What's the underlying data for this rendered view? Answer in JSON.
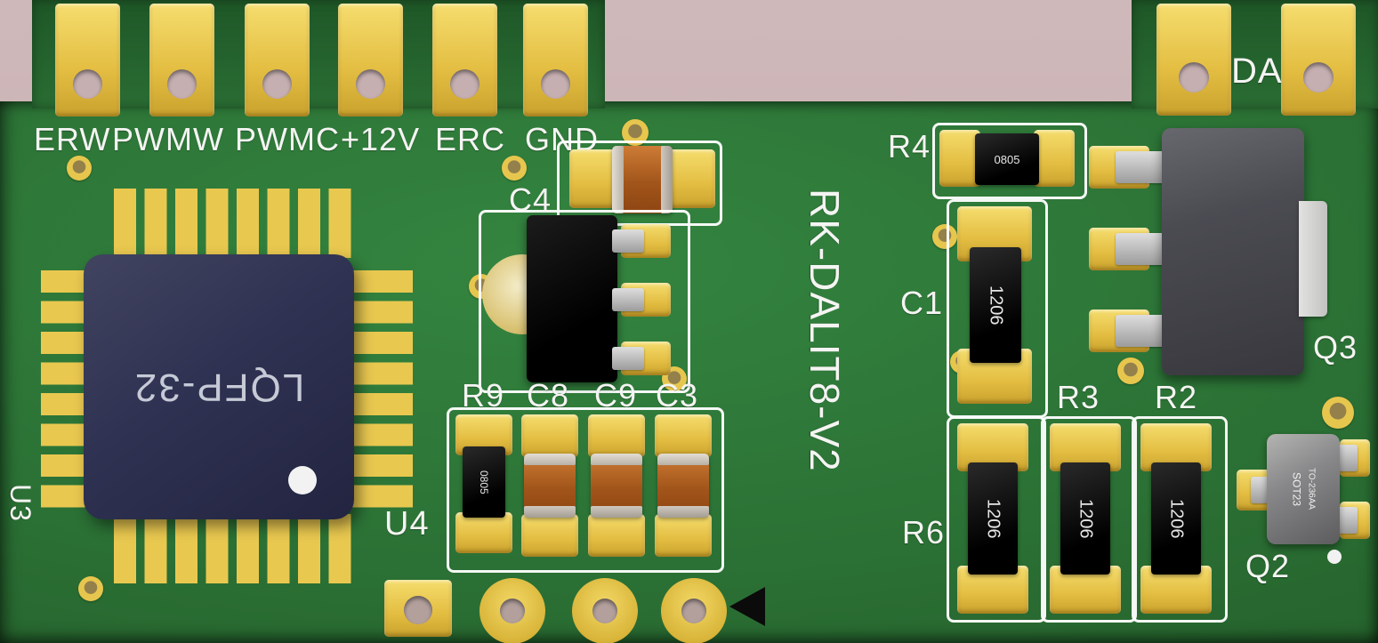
{
  "title": "RK-DALIT8-V2 PCB render",
  "connectors": {
    "top_labels": [
      "ERW",
      "PWMW",
      "PWMC",
      "+12V",
      "ERC",
      "GND"
    ],
    "da_label": "DA"
  },
  "silkscreen": {
    "board_name": "RK-DALIT8-V2"
  },
  "components": {
    "u3": {
      "ref": "U3",
      "package": "LQFP-32"
    },
    "u4": {
      "ref": "U4"
    },
    "c4": {
      "ref": "C4"
    },
    "r9": {
      "ref": "R9",
      "marking": "0805"
    },
    "c8": {
      "ref": "C8"
    },
    "c9": {
      "ref": "C9"
    },
    "c3": {
      "ref": "C3"
    },
    "r4": {
      "ref": "R4",
      "marking": "0805"
    },
    "c1": {
      "ref": "C1",
      "marking": "1206"
    },
    "q3": {
      "ref": "Q3"
    },
    "r6": {
      "ref": "R6",
      "marking": "1206"
    },
    "r3": {
      "ref": "R3",
      "marking": "1206"
    },
    "r2": {
      "ref": "R2",
      "marking": "1206"
    },
    "q2": {
      "ref": "Q2",
      "marking_line1": "SOT23",
      "marking_line2": "TO-236AA"
    }
  },
  "colors": {
    "background": "#c7b0b2",
    "board_green": "#2c7336",
    "pad_gold": "#e3bd41",
    "silkscreen_white": "#f4f4f2",
    "ic_navy": "#2f3252",
    "chip_black": "#0a0a0a",
    "ceramic_orange": "#a2551a",
    "component_gray": "#4b4b52"
  }
}
